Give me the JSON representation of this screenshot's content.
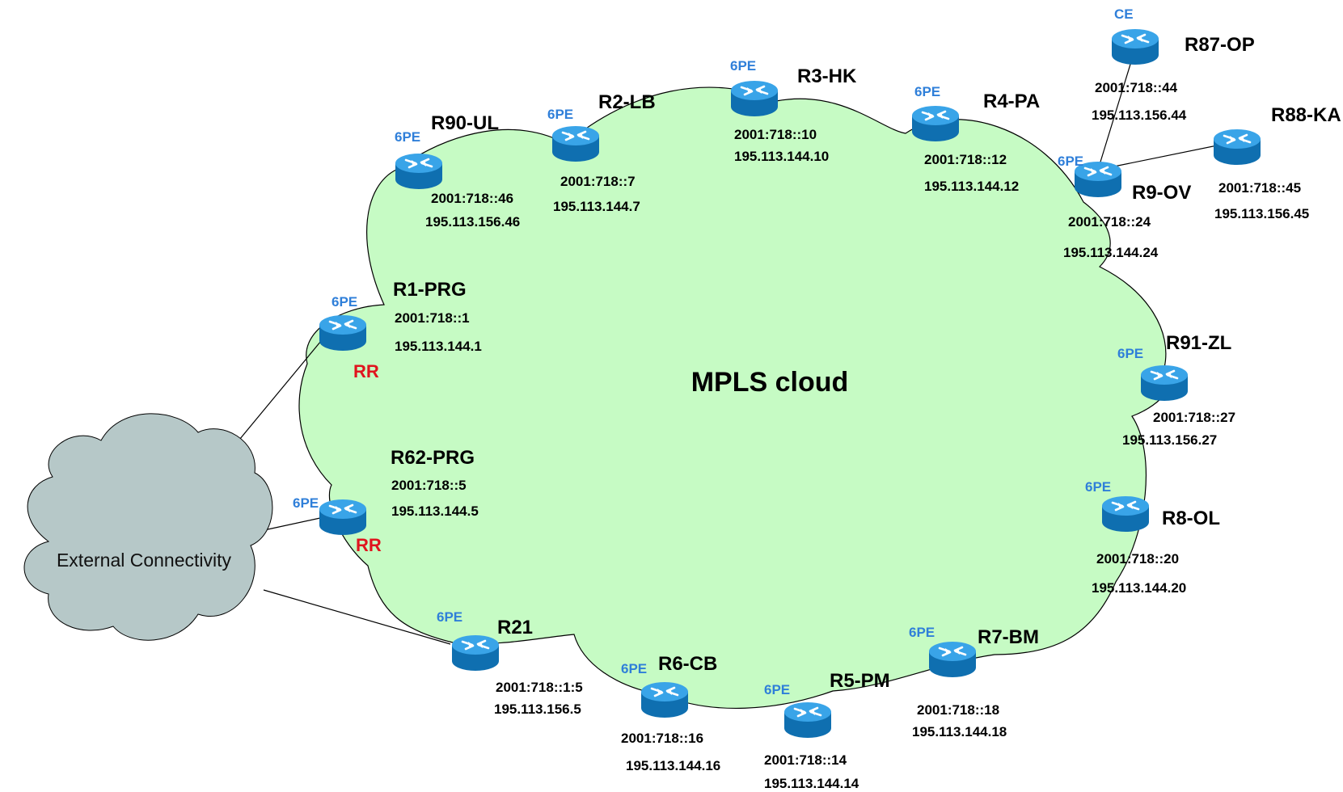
{
  "diagram": {
    "title": "MPLS cloud",
    "external_label": "External Connectivity",
    "colors": {
      "mpls_fill": "#c6fbc4",
      "external_fill": "#b6c8c8",
      "router_body": "#1f8fd6",
      "role_text": "#2f7fd9",
      "rr_text": "#e0141e"
    },
    "routers": [
      {
        "id": "r90",
        "name": "R90-UL",
        "role": "6PE",
        "ipv6": "2001:718::46",
        "ipv4": "195.113.156.46"
      },
      {
        "id": "r2",
        "name": "R2-LB",
        "role": "6PE",
        "ipv6": "2001:718::7",
        "ipv4": "195.113.144.7"
      },
      {
        "id": "r3",
        "name": "R3-HK",
        "role": "6PE",
        "ipv6": "2001:718::10",
        "ipv4": "195.113.144.10"
      },
      {
        "id": "r4",
        "name": "R4-PA",
        "role": "6PE",
        "ipv6": "2001:718::12",
        "ipv4": "195.113.144.12"
      },
      {
        "id": "r9",
        "name": "R9-OV",
        "role": "6PE",
        "ipv6": "2001:718::24",
        "ipv4": "195.113.144.24"
      },
      {
        "id": "r87",
        "name": "R87-OP",
        "role": "CE",
        "ipv6": "2001:718::44",
        "ipv4": "195.113.156.44"
      },
      {
        "id": "r88",
        "name": "R88-KA",
        "role": "",
        "ipv6": "2001:718::45",
        "ipv4": "195.113.156.45"
      },
      {
        "id": "r1",
        "name": "R1-PRG",
        "role": "6PE",
        "ipv6": "2001:718::1",
        "ipv4": "195.113.144.1",
        "rr": "RR"
      },
      {
        "id": "r62",
        "name": "R62-PRG",
        "role": "6PE",
        "ipv6": "2001:718::5",
        "ipv4": "195.113.144.5",
        "rr": "RR"
      },
      {
        "id": "r91",
        "name": "R91-ZL",
        "role": "6PE",
        "ipv6": "2001:718::27",
        "ipv4": "195.113.156.27"
      },
      {
        "id": "r8",
        "name": "R8-OL",
        "role": "6PE",
        "ipv6": "2001:718::20",
        "ipv4": "195.113.144.20"
      },
      {
        "id": "r21",
        "name": "R21",
        "role": "6PE",
        "ipv6": "2001:718::1:5",
        "ipv4": "195.113.156.5"
      },
      {
        "id": "r6",
        "name": "R6-CB",
        "role": "6PE",
        "ipv6": "2001:718::16",
        "ipv4": "195.113.144.16"
      },
      {
        "id": "r5",
        "name": "R5-PM",
        "role": "6PE",
        "ipv6": "2001:718::14",
        "ipv4": "195.113.144.14"
      },
      {
        "id": "r7",
        "name": "R7-BM",
        "role": "6PE",
        "ipv6": "2001:718::18",
        "ipv4": "195.113.144.18"
      }
    ],
    "links": [
      {
        "from": "external",
        "to": "r1"
      },
      {
        "from": "external",
        "to": "r62"
      },
      {
        "from": "external",
        "to": "r21"
      },
      {
        "from": "r9",
        "to": "r87"
      },
      {
        "from": "r9",
        "to": "r88"
      }
    ]
  }
}
